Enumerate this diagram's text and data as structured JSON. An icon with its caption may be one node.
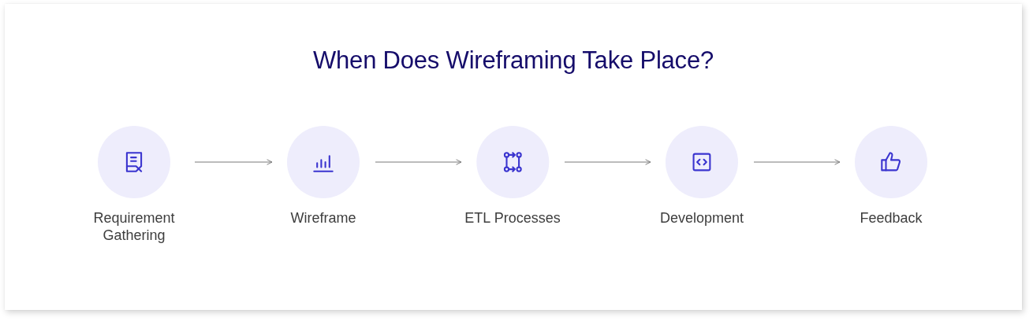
{
  "diagram": {
    "title": "When Does Wireframing Take Place?",
    "nodes": [
      {
        "text": [
          "Requirement Gathering"
        ]
      },
      {
        "text": [
          "Wireframe"
        ]
      },
      {
        "text": [
          "ETL Processes"
        ]
      },
      {
        "text": [
          "Development"
        ]
      },
      {
        "text": [
          "Feedback"
        ]
      }
    ],
    "edges": [
      {
        "from": 0,
        "to": 1,
        "arrow": "to"
      },
      {
        "from": 1,
        "to": 2,
        "arrow": "to"
      },
      {
        "from": 2,
        "to": 3,
        "arrow": "to"
      },
      {
        "from": 3,
        "to": 4,
        "arrow": "to"
      }
    ]
  }
}
